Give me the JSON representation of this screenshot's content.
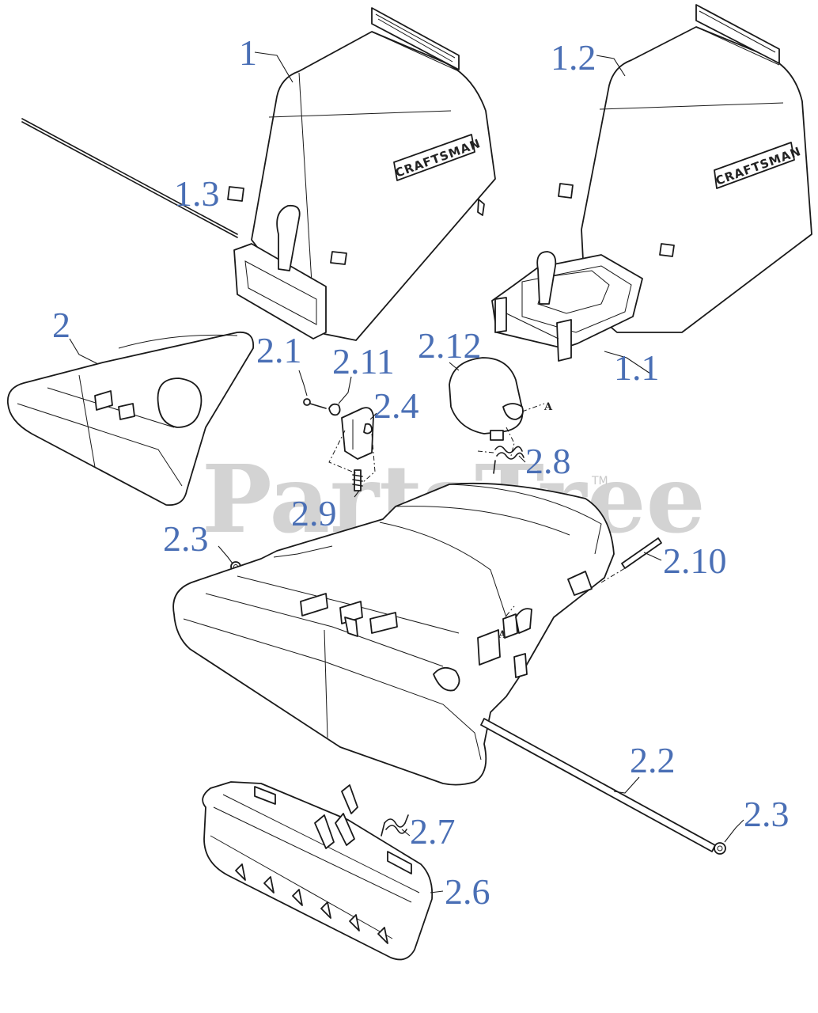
{
  "watermark": {
    "text": "PartsTree",
    "tm": "TM"
  },
  "brand_text": "CRAFTSMAN",
  "ref_mark": "A",
  "callouts": {
    "c1": "1",
    "c1_1": "1.1",
    "c1_2": "1.2",
    "c1_3": "1.3",
    "c2": "2",
    "c2_1": "2.1",
    "c2_2": "2.2",
    "c2_3a": "2.3",
    "c2_3b": "2.3",
    "c2_4": "2.4",
    "c2_6": "2.6",
    "c2_7": "2.7",
    "c2_8": "2.8",
    "c2_9": "2.9",
    "c2_10": "2.10",
    "c2_11": "2.11",
    "c2_12": "2.12"
  },
  "colors": {
    "callout": "#4a6fb5",
    "line": "#1a1a1a",
    "watermark": "#d3d3d3"
  }
}
